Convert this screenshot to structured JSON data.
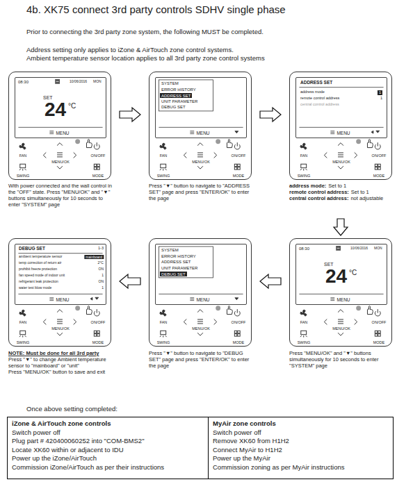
{
  "diagram": {
    "title": "4b. XK75 connect 3rd party controls SDHV single phase",
    "nodes": [
      {
        "text": [
          "FAN",
          "ON/OFF",
          "MENU/OK",
          "SWING",
          "MODE"
        ]
      },
      {
        "text": [
          "08:30",
          "10/06/2016",
          "MON",
          "SET",
          "24",
          "°C",
          "MENU"
        ],
        "in": 0
      },
      {
        "text": [
          "FAN",
          "ON/OFF",
          "MENU/OK",
          "SWING",
          "MODE"
        ]
      },
      {
        "text": [
          "SYSTEM",
          "ERROR HISTORY",
          "ADDRESS SET",
          "UNIT PARAMETER",
          "DEBUG SET",
          "MENU"
        ],
        "in": 2
      },
      {
        "text": [
          "FAN",
          "ON/OFF",
          "MENU/OK",
          "SWING",
          "MODE"
        ]
      },
      {
        "text": [
          "ADDRESS SET",
          "address mode",
          "1",
          "remote control address",
          "1",
          "central control address",
          "MENU"
        ],
        "in": 4
      },
      {
        "text": [
          "FAN",
          "ON/OFF",
          "MENU/OK",
          "SWING",
          "MODE"
        ]
      },
      {
        "text": [
          "08:30",
          "10/06/2016",
          "MON",
          "SET",
          "24",
          "°C",
          "MENU"
        ],
        "in": 6
      },
      {
        "text": [
          "FAN",
          "ON/OFF",
          "MENU/OK",
          "SWING",
          "MODE"
        ]
      },
      {
        "text": [
          "SYSTEM",
          "ERROR HISTORY",
          "ADDRESS SET",
          "UNIT PARAMETER",
          "DEBUG SET",
          "MENU"
        ],
        "in": 8
      },
      {
        "text": [
          "FAN",
          "ON/OFF",
          "MENU/OK",
          "SWING",
          "MODE"
        ]
      },
      {
        "text": [
          "DEBUG SET",
          "1-3",
          "ambient temperature sensor",
          "mainboard",
          "temp correction of return air",
          "2°C",
          "prohibit freeze protection",
          "ON",
          "fan speed mode of indoor unit",
          "1",
          "refrigerant leak protection",
          "ON",
          "water test blow mode",
          "1",
          "MENU"
        ],
        "in": 10
      },
      {
        "text": [
          "iZone & AirTouch zone controls",
          "Switch power off",
          "Plug part # 420400060252 into \"COM-BMS2\"",
          "Locate XK60 within or adjacent to IDU",
          "Power up the iZone/AirTouch",
          "Commission iZone/AirTouch as per their instructions"
        ]
      },
      {
        "text": [
          "MyAir zone controls",
          "Switch power off",
          "Remove XK60 from H1H2",
          "Connect MyAir to H1H2",
          "Power up the MyAir",
          "Commission zoning as per MyAir instructions"
        ]
      }
    ],
    "edges": [
      {
        "from": 0,
        "to": 2,
        "arrow": "to"
      },
      {
        "from": 2,
        "to": 4,
        "arrow": "to"
      },
      {
        "from": 4,
        "to": 6,
        "arrow": "to"
      },
      {
        "from": 6,
        "to": 8,
        "arrow": "to"
      },
      {
        "from": 8,
        "to": 10,
        "arrow": "to"
      }
    ],
    "labels": [
      "Prior to connecting the 3rd party zone system, the following MUST be completed.",
      "Address setting only applies to iZone & AirTouch zone control systems.",
      "Ambient temperature sensor location applies to all 3rd party zone control systems",
      "With power connected and the wall control in the \"OFF\" state. Press \"MENU/OK\" and \"▼\" buttons simultaneously for 10 seconds to enter \"SYSTEM\" page",
      "Press \"▼\" button to navigate to \"ADDRESS SET\" page and press \"ENTER/OK\" to enter the page",
      "address mode:",
      "Set to 1",
      "remote control address:",
      "Set to 1",
      "central control address:",
      "not adjustable",
      "Press \"MENU/OK\" and \"▼\" buttons simultaneously for 10 seconds to enter \"SYSTEM\" page",
      "Press \"▼\" button to navigate to \"DEBUG SET\" page and press \"ENTER/OK\" to enter the page",
      "NOTE: Must be done for all 3rd party",
      "Press \"▼\" to change Ambient temperature sensor to \"mainboard\" or \"unit\"",
      "Press \"MENU/OK\" button to save and exit",
      "Once above setting completed:"
    ]
  }
}
